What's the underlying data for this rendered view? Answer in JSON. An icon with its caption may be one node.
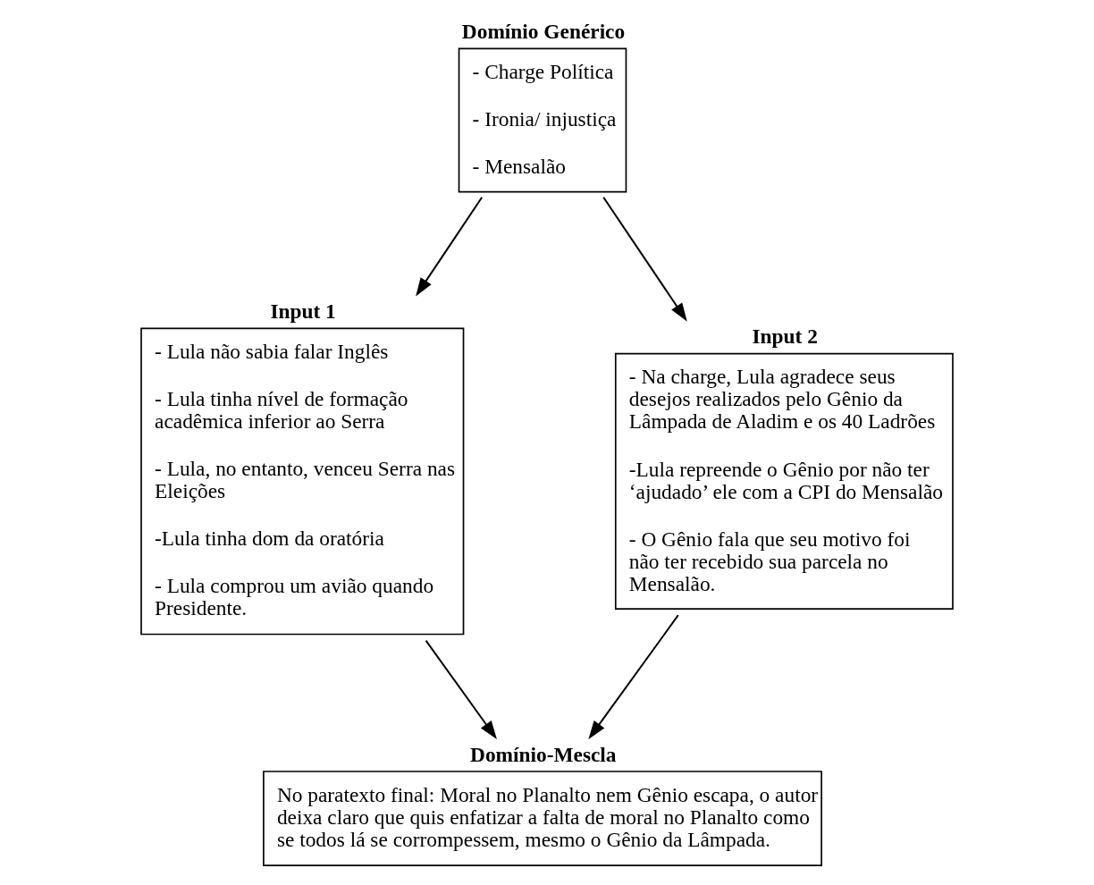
{
  "diagram": {
    "nodes": [
      {
        "text": [
          "Domínio Genérico",
          "- Charge Política",
          "- Ironia/ injustiça",
          "- Mensalão"
        ]
      },
      {
        "text": [
          "Input 1",
          "- Lula não sabia falar Inglês",
          "- Lula tinha nível de formação acadêmica inferior ao Serra",
          "- Lula, no entanto, venceu Serra nas Eleições",
          "-Lula tinha dom da oratória",
          "- Lula comprou um avião quando Presidente."
        ]
      },
      {
        "text": [
          "Input 2",
          "- Na charge, Lula agradece seus desejos realizados pelo Gênio da Lâmpada de Aladim e os 40 Ladrões",
          "-Lula repreende o Gênio por não ter ‘ajudado’ ele com a CPI do Mensalão",
          "- O Gênio fala que seu motivo foi não ter recebido sua parcela no Mensalão."
        ]
      },
      {
        "text": [
          "Domínio-Mescla",
          "No paratexto final: Moral no Planalto nem Gênio escapa, o autor deixa claro que quis enfatizar a falta de moral no Planalto como se todos lá se corrompessem, mesmo o Gênio da Lâmpada."
        ]
      }
    ],
    "edges": [
      {
        "from": 0,
        "to": 1,
        "arrow": "to"
      },
      {
        "from": 0,
        "to": 2,
        "arrow": "to"
      },
      {
        "from": 1,
        "to": 3,
        "arrow": "to"
      },
      {
        "from": 2,
        "to": 3,
        "arrow": "to"
      }
    ]
  }
}
